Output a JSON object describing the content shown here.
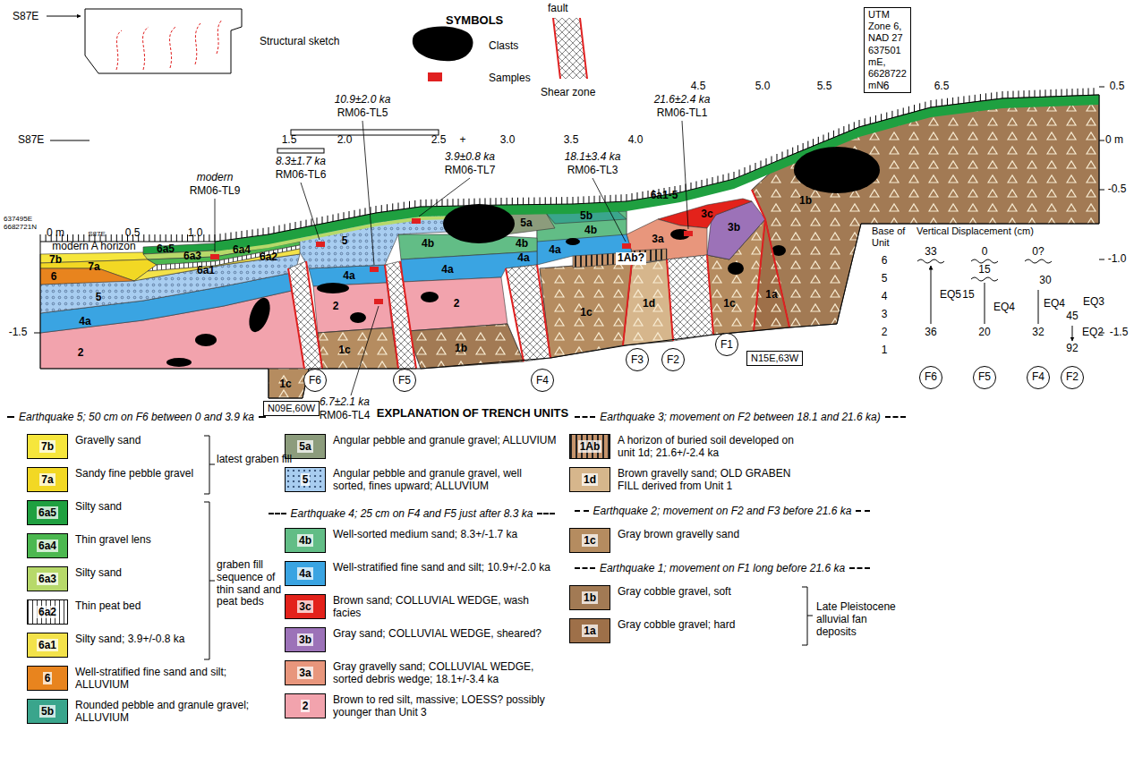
{
  "diagram": {
    "nodes": [
      {
        "text": [
          "UTM Zone 6, NAD 27 637501 mE, 6628722 mN"
        ]
      },
      {
        "text": [
          "Base of Unit",
          "Vertical Displacement (cm)"
        ]
      },
      {
        "text": [
          "F6"
        ],
        "in": 1
      },
      {
        "text": [
          "F5"
        ],
        "in": 1
      },
      {
        "text": [
          "F4"
        ],
        "in": 1
      },
      {
        "text": [
          "F2"
        ],
        "in": 1
      },
      {
        "text": [
          "F1"
        ]
      },
      {
        "text": [
          "F3"
        ]
      },
      {
        "text": [
          "F2"
        ]
      },
      {
        "text": [
          "N15E,63W"
        ]
      },
      {
        "text": [
          "F6"
        ]
      },
      {
        "text": [
          "F5"
        ]
      },
      {
        "text": [
          "F4"
        ]
      },
      {
        "text": [
          "N09E,60W"
        ]
      }
    ],
    "labels": [
      "S87E",
      "Structural sketch",
      "SYMBOLS",
      "10.9±2.0 ka",
      "RM06-TL5",
      "21.6±2.4 ka",
      "RM06-TL1",
      "4.5",
      "5.0",
      "5.5",
      "6",
      "6.5",
      "0.5",
      "S87E",
      "1.5",
      "2.0",
      "2.5",
      "+",
      "3.0",
      "3.5",
      "4.0",
      "0 m",
      "3.9±0.8 ka",
      "RM06-TL7",
      "18.1±3.4 ka",
      "RM06-TL3",
      "8.3±1.7 ka",
      "RM06-TL6",
      "modern",
      "RM06-TL9",
      "-0.5",
      "637495E 6682721N",
      "0 m",
      "S87E",
      "0.5",
      "1.0",
      "modern A horizon",
      "7b",
      "6a5",
      "6a3",
      "6a4",
      "6a2",
      "7a",
      "6a1",
      "6",
      "5",
      "4a",
      "2",
      "1c",
      "5",
      "4a",
      "2",
      "1c",
      "4b",
      "4a",
      "2",
      "1b",
      "4b",
      "4a",
      "5a",
      "5b",
      "4b",
      "4a",
      "1Ab?",
      "6a1-5",
      "3c",
      "3a",
      "3b",
      "1b",
      "1c",
      "1d",
      "1c",
      "1a",
      "-1.0",
      "6",
      "33",
      "0",
      "0?",
      "5",
      "15",
      "30",
      "4",
      "15",
      "EQ5",
      "EQ4",
      "EQ4",
      "3",
      "EQ3",
      "45",
      "2",
      "36",
      "20",
      "32",
      "EQ2",
      "1",
      "92",
      "-1.5",
      "-1.5",
      "6.7±2.1 ka",
      "RM06-TL4",
      "EXPLANATION OF TRENCH UNITS",
      "latest graben fill",
      "graben fill sequence of thin sand and peat beds",
      "Late Pleistocene alluvial fan deposits",
      "7b",
      "7a",
      "6a5",
      "6a4",
      "6a3",
      "6a2",
      "6a1",
      "6",
      "5b",
      "5a",
      "5",
      "4b",
      "4a",
      "3c",
      "3b",
      "3a",
      "2",
      "1Ab",
      "1d",
      "1c",
      "1b",
      "1a"
    ],
    "legend": [
      {
        "text": "Clasts"
      },
      {
        "text": "Samples",
        "color": "#e02020"
      },
      {
        "text": "fault"
      },
      {
        "text": "Shear zone"
      },
      {
        "text": "Earthquake 5; 50 cm on F6 between 0 and 3.9 ka"
      },
      {
        "text": "Gravelly sand",
        "color": "#f6e63c"
      },
      {
        "text": "Sandy fine pebble gravel",
        "color": "#f2d824"
      },
      {
        "text": "Silty sand",
        "color": "#1fa040"
      },
      {
        "text": "Thin gravel lens",
        "color": "#4cb850"
      },
      {
        "text": "Silty sand",
        "color": "#b7d96a"
      },
      {
        "text": "Thin peat bed"
      },
      {
        "text": "Silty sand; 3.9+/-0.8 ka",
        "color": "#f3e24a"
      },
      {
        "text": "Well-stratified fine sand and silt; ALLUVIUM",
        "color": "#e8841e"
      },
      {
        "text": "Rounded pebble and granule gravel; ALLUVIUM",
        "color": "#3aa58c"
      },
      {
        "text": "Angular pebble and granule gravel; ALLUVIUM",
        "color": "#8c9c7c"
      },
      {
        "text": "Angular pebble and granule gravel, well sorted, fines upward; ALLUVIUM",
        "color": "#a8cdf0"
      },
      {
        "text": "Earthquake 4; 25 cm on F4 and F5 just after 8.3 ka"
      },
      {
        "text": "Well-sorted medium sand; 8.3+/-1.7 ka",
        "color": "#62bd86"
      },
      {
        "text": "Well-stratified fine sand and silt; 10.9+/-2.0 ka",
        "color": "#3aa4e2"
      },
      {
        "text": "Brown sand; COLLUVIAL WEDGE, wash facies",
        "color": "#e3221b"
      },
      {
        "text": "Gray sand; COLLUVIAL WEDGE, sheared?",
        "color": "#9c72b8"
      },
      {
        "text": "Gray gravelly sand; COLLUVIAL WEDGE, sorted debris wedge; 18.1+/-3.4 ka",
        "color": "#e8967c"
      },
      {
        "text": "Brown to red silt, massive; LOESS? possibly younger than Unit 3",
        "color": "#f2a3ad"
      },
      {
        "text": "Earthquake 3; movement on F2 between 18.1 and 21.6 ka)"
      },
      {
        "text": "A horizon of buried soil developed on unit 1d; 21.6+/-2.4 ka",
        "color": "#c6946c"
      },
      {
        "text": "Brown gravelly sand; OLD GRABEN FILL derived from Unit 1",
        "color": "#d6b68c"
      },
      {
        "text": "Earthquake 2; movement on F2 and F3 before 21.6 ka"
      },
      {
        "text": "Gray brown gravelly sand",
        "color": "#b58c60"
      },
      {
        "text": "Earthquake 1; movement on F1 long before 21.6 ka"
      },
      {
        "text": "Gray cobble gravel, soft",
        "color": "#a27a54"
      },
      {
        "text": "Gray cobble gravel; hard",
        "color": "#9e7049"
      }
    ]
  }
}
